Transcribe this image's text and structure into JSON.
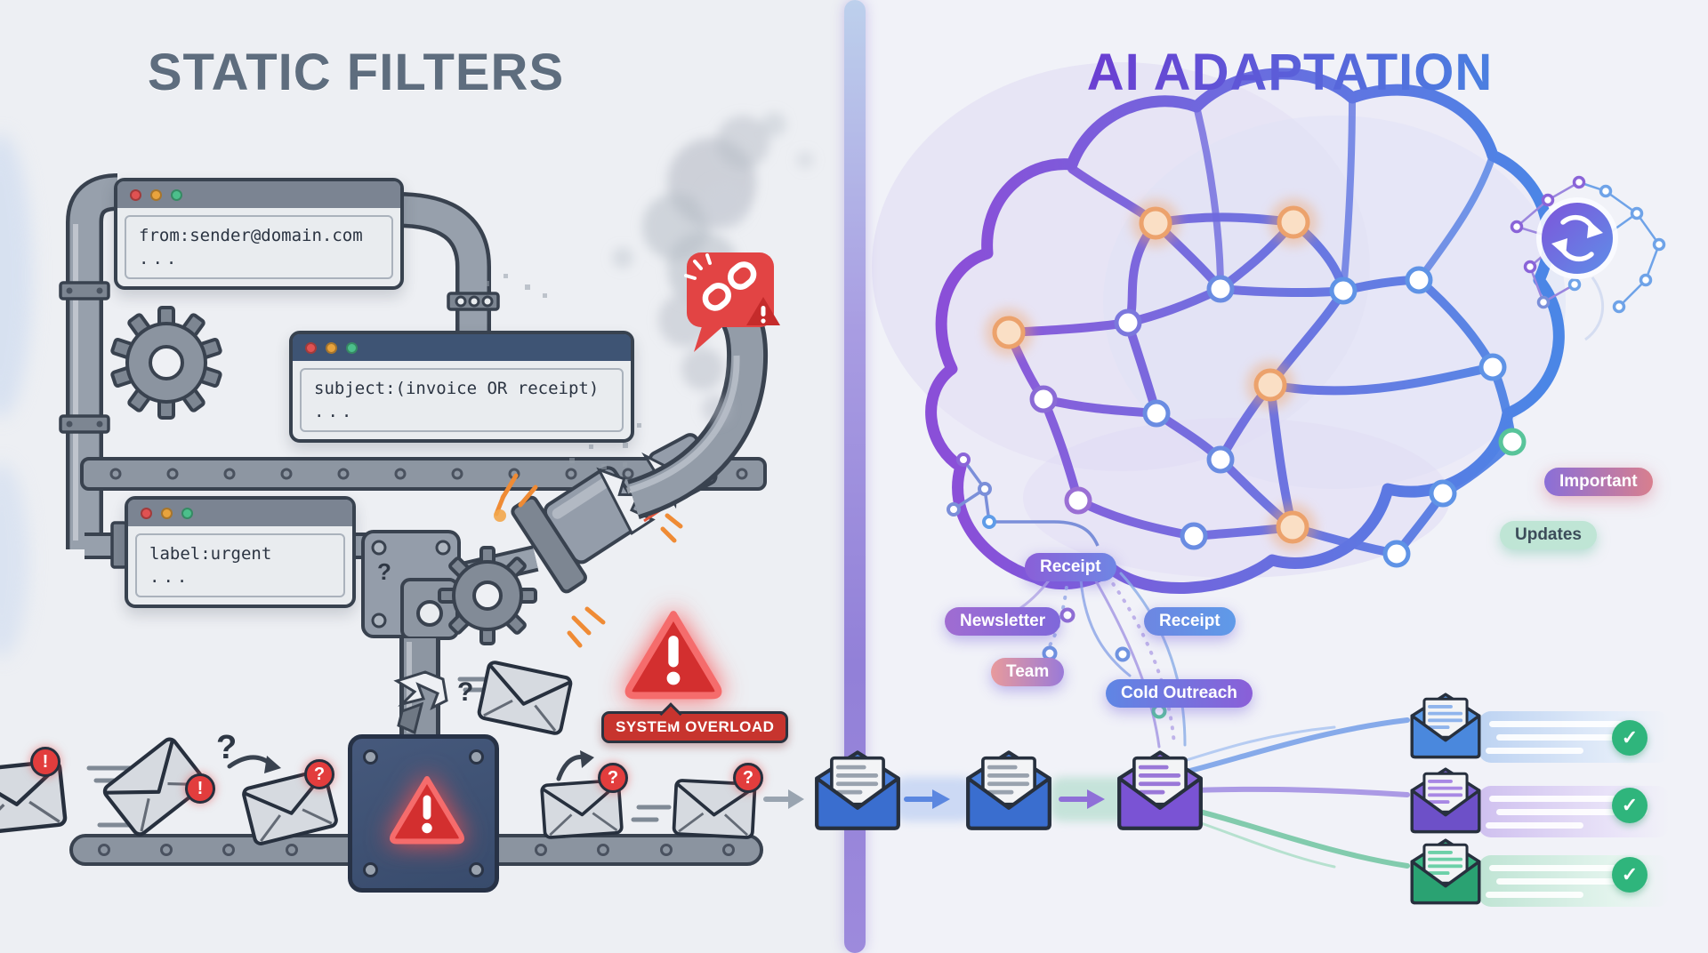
{
  "left": {
    "title": "STATIC FILTERS",
    "filter_windows": [
      {
        "rule": "from:sender@domain.com",
        "ellipsis": "..."
      },
      {
        "rule": "subject:(invoice OR receipt)",
        "ellipsis": "..."
      },
      {
        "rule": "label:urgent",
        "ellipsis": "..."
      }
    ],
    "overload_badge": "SYSTEM OVERLOAD",
    "error_glyphs": {
      "exclamation": "!",
      "question": "?"
    }
  },
  "right": {
    "title": "AI ADAPTATION",
    "category_pills": [
      {
        "label": "Receipt"
      },
      {
        "label": "Newsletter"
      },
      {
        "label": "Receipt"
      },
      {
        "label": "Team"
      },
      {
        "label": "Cold Outreach"
      }
    ],
    "routing_pills": [
      {
        "label": "Important"
      },
      {
        "label": "Updates"
      }
    ],
    "check_glyph": "✓"
  },
  "palette": {
    "static_title_gray": "#5e6d7e",
    "ai_purple": "#6a3fd2",
    "ai_blue": "#4b7ee0",
    "alert_red": "#d7342e",
    "success_green": "#2fb57c",
    "brain_edge_purple": "#8a4fd8",
    "brain_edge_blue": "#4b86e6",
    "pipe_gray": "#97a0ac"
  }
}
